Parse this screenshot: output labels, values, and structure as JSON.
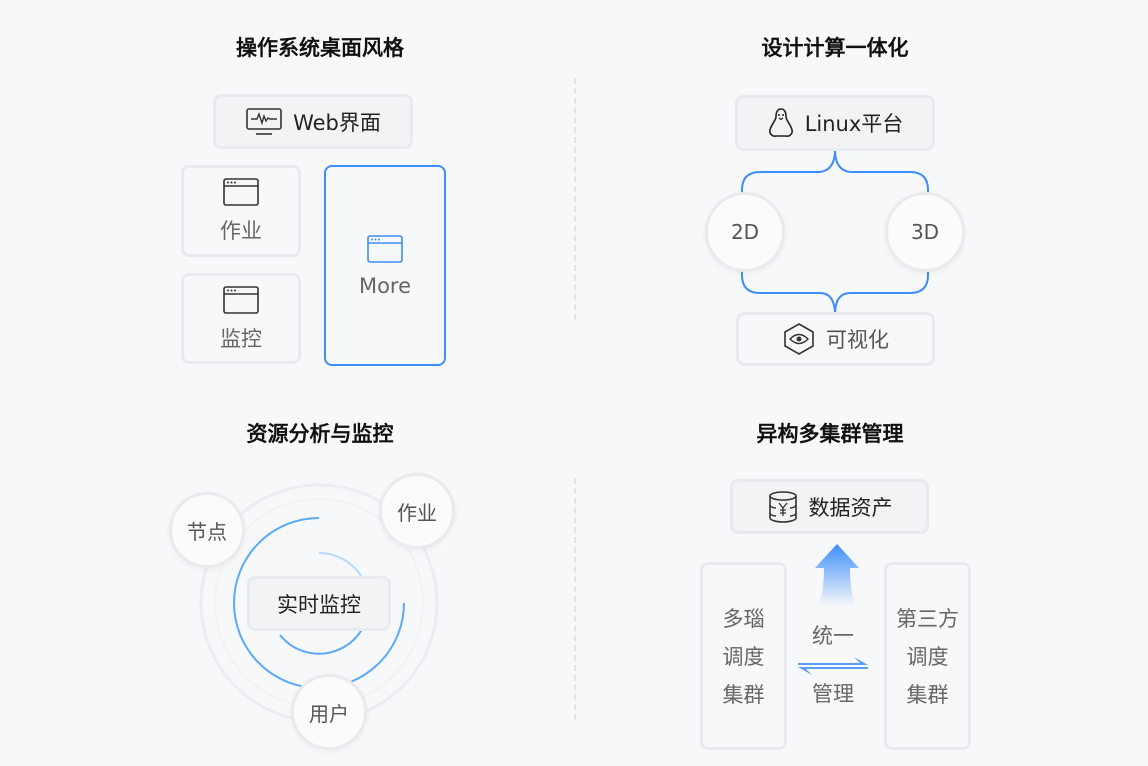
{
  "sections": [
    {
      "title": "操作系统桌面风格",
      "web": "Web界面",
      "items": [
        "作业",
        "监控"
      ],
      "more": "More"
    },
    {
      "title": "设计计算一体化",
      "platform": "Linux平台",
      "left": "2D",
      "right": "3D",
      "bottom": "可视化"
    },
    {
      "title": "资源分析与监控",
      "center": "实时监控",
      "nodes": [
        "节点",
        "作业",
        "用户"
      ]
    },
    {
      "title": "异构多集群管理",
      "top": "数据资产",
      "left": [
        "多瑙",
        "调度",
        "集群"
      ],
      "right": [
        "第三方",
        "调度",
        "集群"
      ],
      "middle": [
        "统一",
        "管理"
      ]
    }
  ],
  "colors": {
    "accent": "#3d8ef8",
    "border": "#e9eaed",
    "bg": "#f7f8fa"
  }
}
